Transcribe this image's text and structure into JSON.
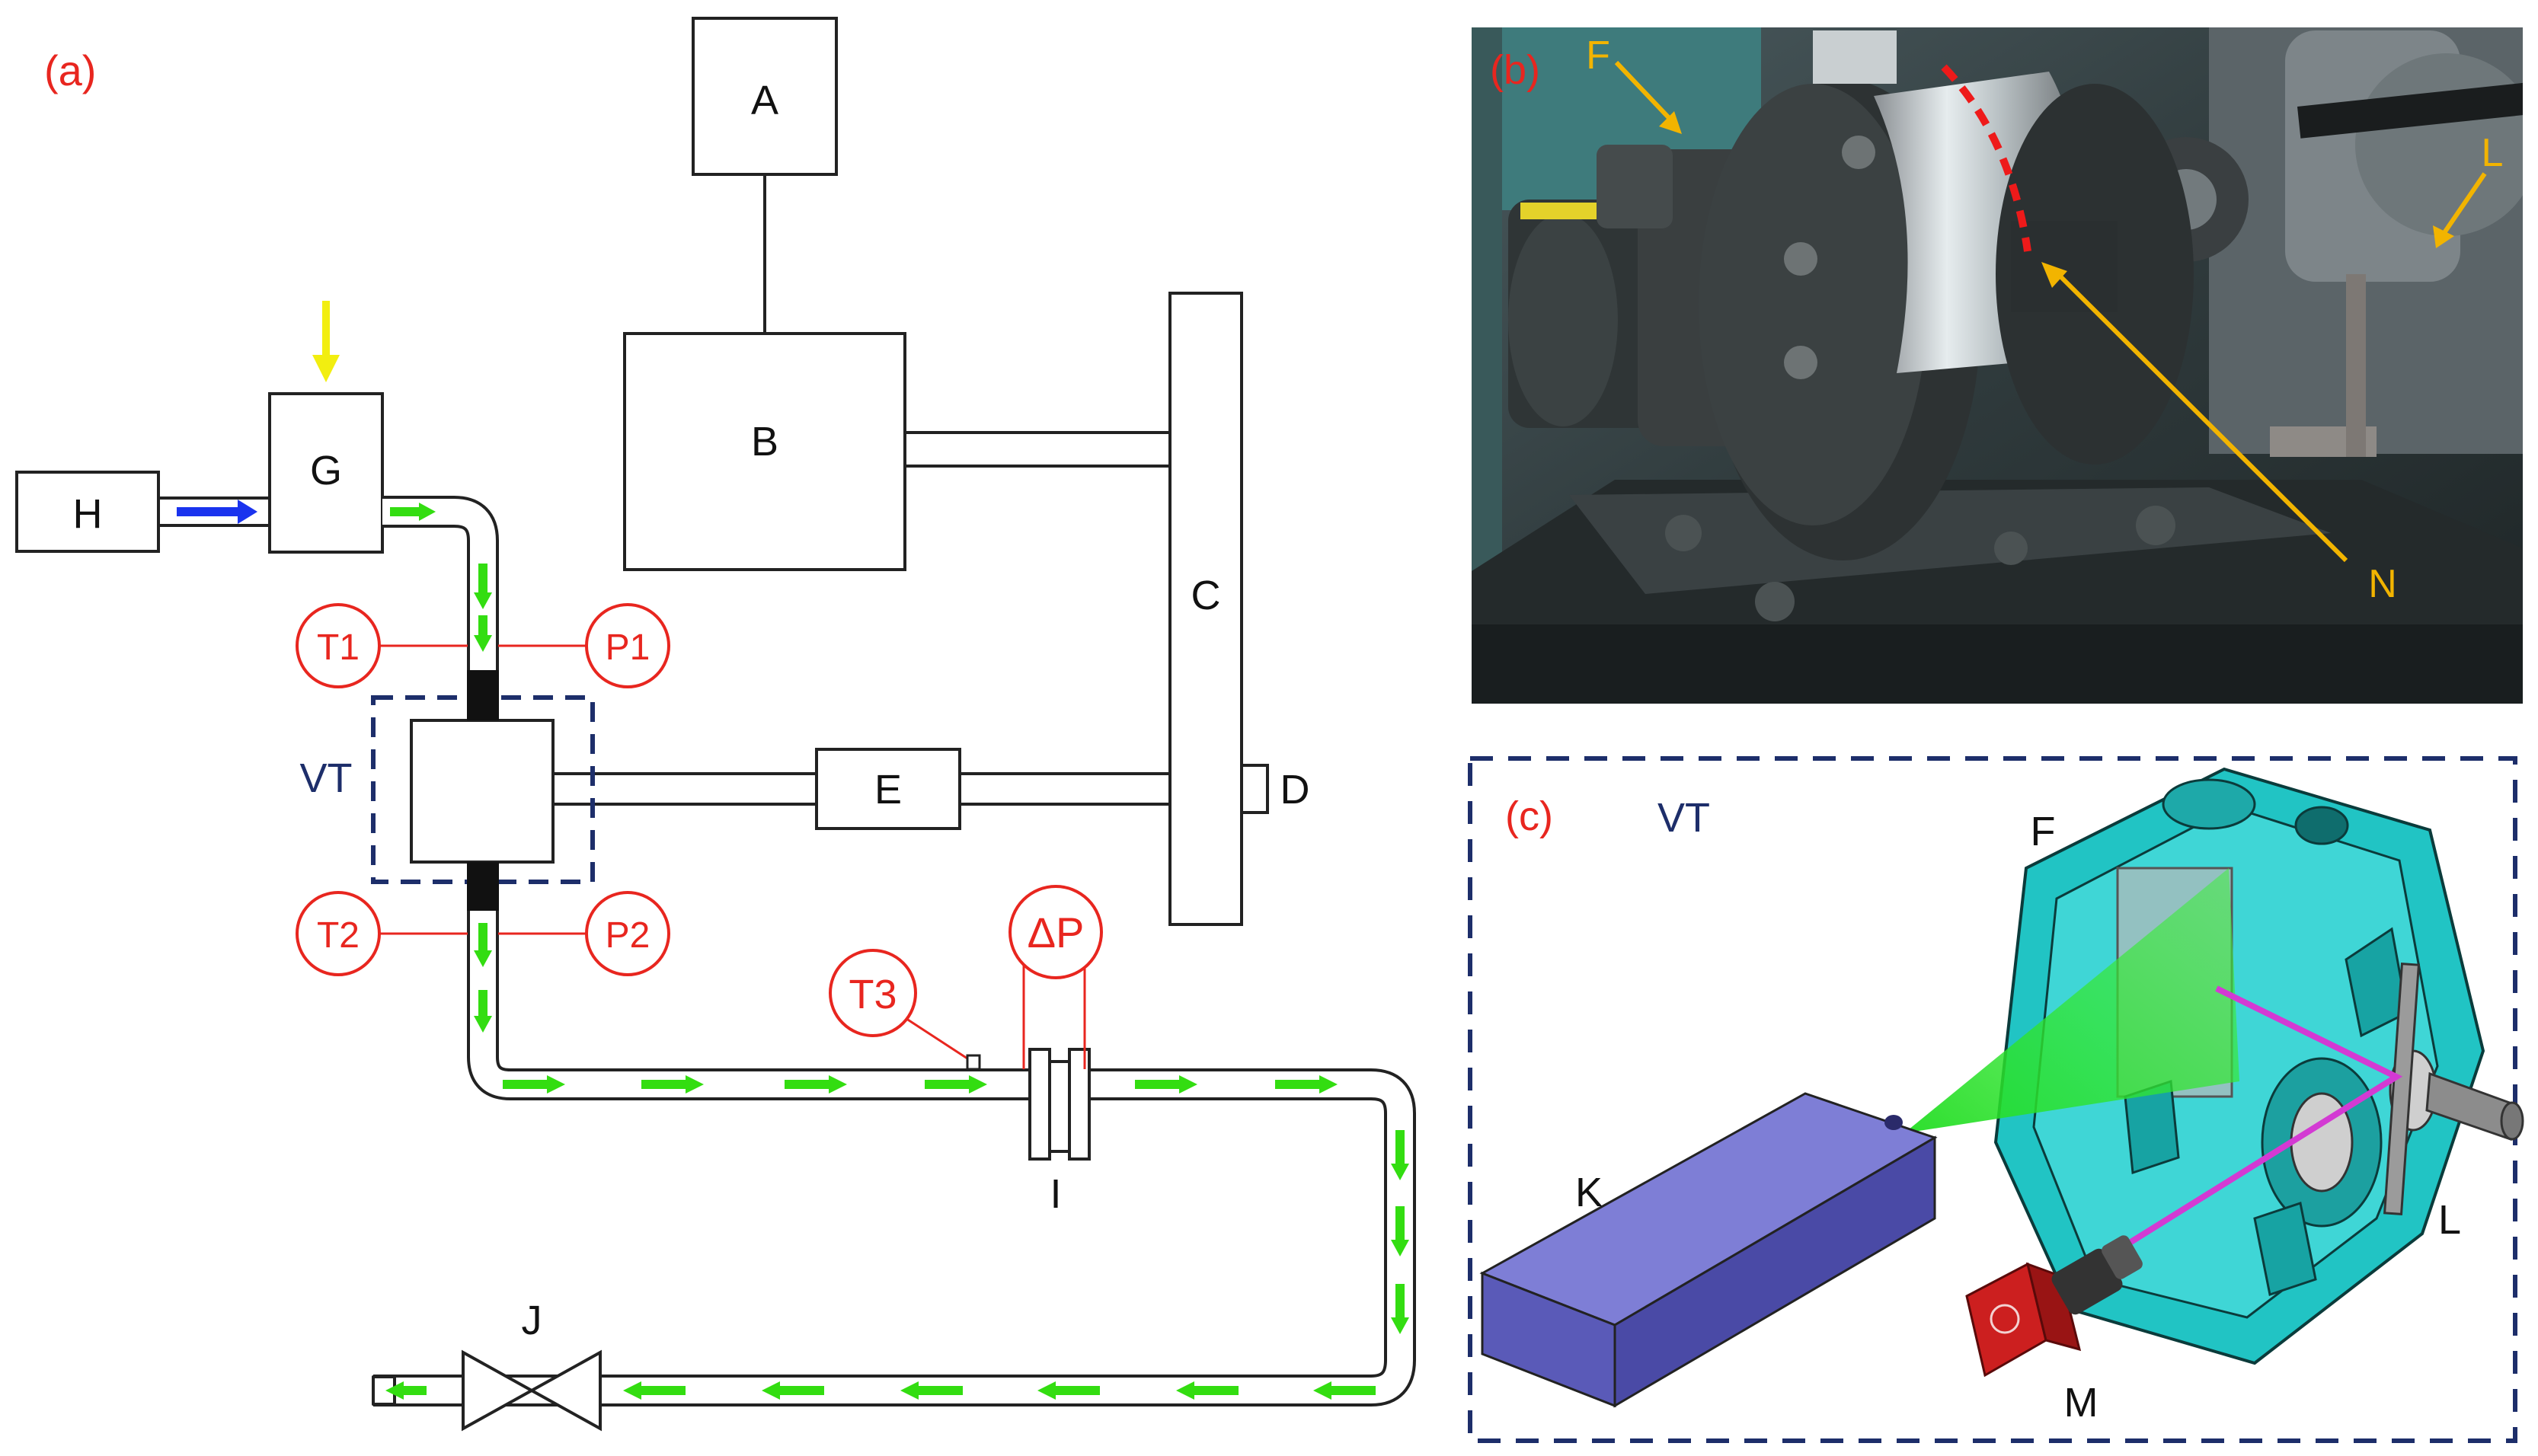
{
  "panel_a": {
    "tag": "(a)",
    "boxes": {
      "A": "A",
      "B": "B",
      "C": "C",
      "D": "D",
      "E": "E",
      "G": "G",
      "H": "H",
      "VT": "VT",
      "I": "I",
      "J": "J"
    },
    "sensors": {
      "T1": "T1",
      "P1": "P1",
      "T2": "T2",
      "P2": "P2",
      "T3": "T3",
      "dP": "ΔP"
    }
  },
  "panel_b": {
    "tag": "(b)",
    "callouts": {
      "F": "F",
      "L": "L",
      "N": "N"
    }
  },
  "panel_c": {
    "tag": "(c)",
    "title": "VT",
    "labels": {
      "F": "F",
      "K": "K",
      "L": "L",
      "M": "M"
    }
  },
  "colors": {
    "red_label": "#e8261f",
    "sensor_red": "#e8261f",
    "flow_green": "#33dd11",
    "inlet_blue": "#1a33ee",
    "yellow_arrow": "#f2ee10",
    "callout_orange": "#f2b400",
    "navy_dash": "#1d2e6a",
    "pump_cyan": "#21c4c4",
    "laser_box": "#5a5ab8",
    "beam_green": "#22dd22",
    "laser_magenta": "#d33ad3",
    "camera_red": "#cc1f1f"
  }
}
